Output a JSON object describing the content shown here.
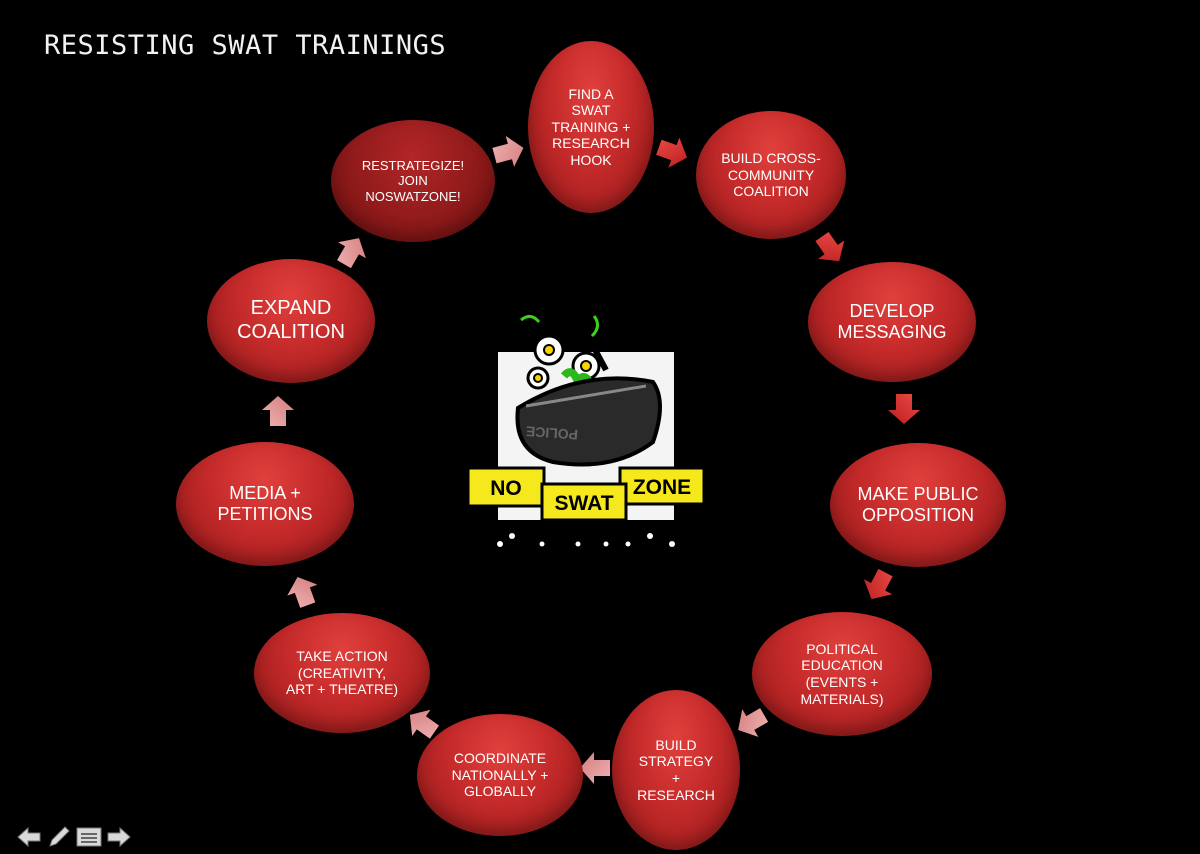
{
  "title": "RESISTING SWAT TRAININGS",
  "nodes": [
    {
      "label": "FIND A\nSWAT\nTRAINING +\nRESEARCH\nHOOK"
    },
    {
      "label": "BUILD CROSS-\nCOMMUNITY\nCOALITION"
    },
    {
      "label": "DEVELOP\nMESSAGING"
    },
    {
      "label": "MAKE PUBLIC\nOPPOSITION"
    },
    {
      "label": "POLITICAL\nEDUCATION\n(EVENTS +\nMATERIALS)"
    },
    {
      "label": "BUILD\nSTRATEGY\n+\nRESEARCH"
    },
    {
      "label": "COORDINATE\nNATIONALLY +\nGLOBALLY"
    },
    {
      "label": "TAKE ACTION\n(CREATIVITY,\nART + THEATRE)"
    },
    {
      "label": "MEDIA +\nPETITIONS"
    },
    {
      "label": "EXPAND\nCOALITION"
    },
    {
      "label": "RESTRATEGIZE!\nJOIN\nNOSWATZONE!"
    }
  ],
  "logo": {
    "word1": "NO",
    "word2": "SWAT",
    "word3": "ZONE",
    "helmet_text": "POLICE"
  },
  "toolbar": [
    "arrow-left-icon",
    "pen-icon",
    "slides-icon",
    "arrow-right-icon"
  ]
}
